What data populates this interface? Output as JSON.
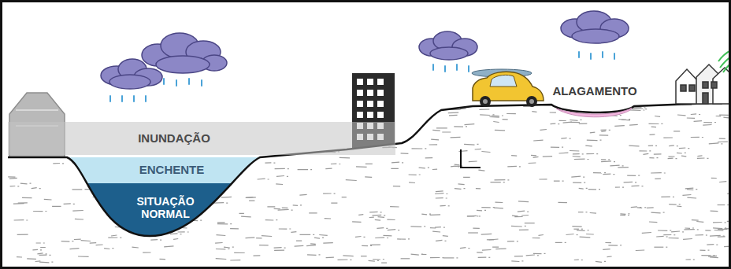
{
  "diagram": {
    "nodes": [
      {
        "text": [
          "INUNDAÇÃO"
        ]
      },
      {
        "text": [
          "ENCHENTE"
        ]
      },
      {
        "text": [
          "SITUAÇÃO NORMAL"
        ]
      }
    ],
    "labels": [
      "ALAGAMENTO"
    ]
  }
}
